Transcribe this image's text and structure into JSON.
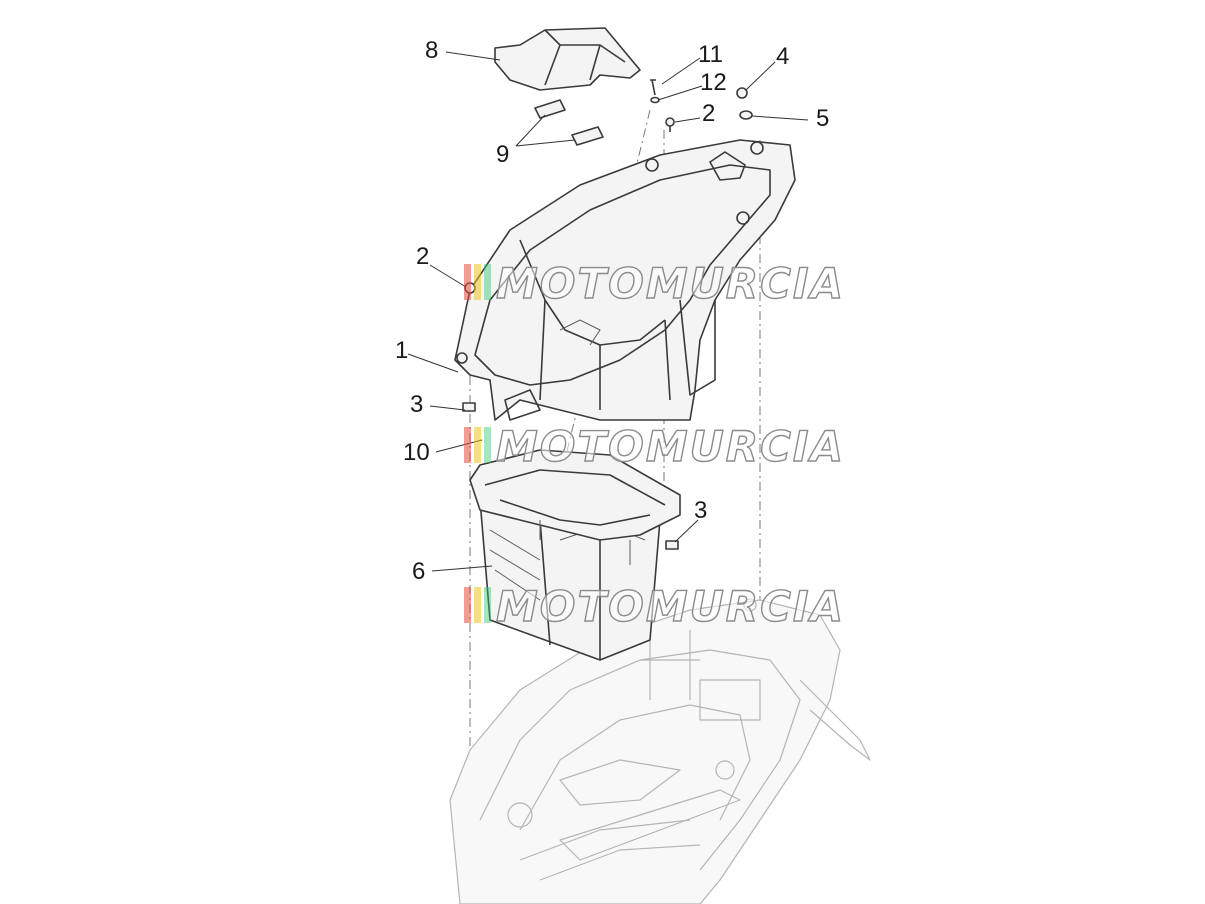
{
  "diagram": {
    "callouts": [
      {
        "id": "c8",
        "text": "8"
      },
      {
        "id": "c11",
        "text": "11"
      },
      {
        "id": "c12",
        "text": "12"
      },
      {
        "id": "c4",
        "text": "4"
      },
      {
        "id": "c2a",
        "text": "2"
      },
      {
        "id": "c5",
        "text": "5"
      },
      {
        "id": "c9",
        "text": "9"
      },
      {
        "id": "c2b",
        "text": "2"
      },
      {
        "id": "c1",
        "text": "1"
      },
      {
        "id": "c3a",
        "text": "3"
      },
      {
        "id": "c10",
        "text": "10"
      },
      {
        "id": "c3b",
        "text": "3"
      },
      {
        "id": "c6",
        "text": "6"
      }
    ]
  },
  "watermark": {
    "text": "MOTOMURCIA",
    "stripe_colors": [
      "#e74c3c",
      "#f1c40f",
      "#2ecc71",
      "#e67e22"
    ]
  }
}
